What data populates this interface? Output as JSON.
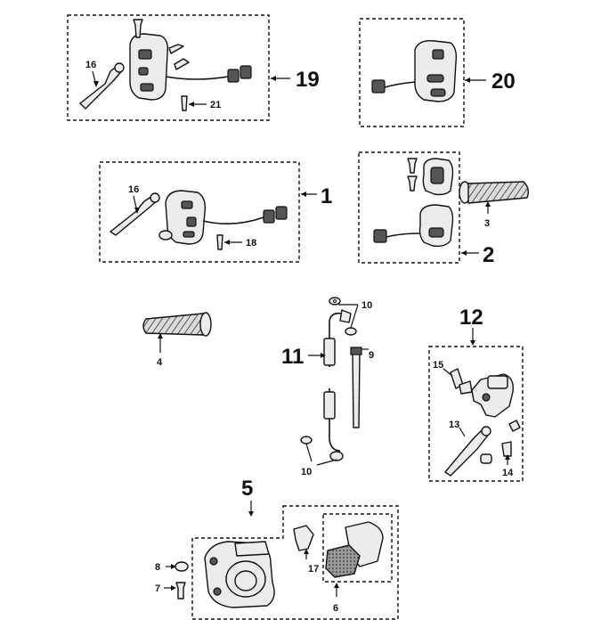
{
  "callouts": {
    "c1": "1",
    "c2": "2",
    "c3": "3",
    "c4": "4",
    "c5": "5",
    "c6": "6",
    "c7": "7",
    "c8": "8",
    "c9": "9",
    "c10a": "10",
    "c10b": "10",
    "c11": "11",
    "c12": "12",
    "c13": "13",
    "c14": "14",
    "c15": "15",
    "c16a": "16",
    "c16b": "16",
    "c17": "17",
    "c18": "18",
    "c19": "19",
    "c20": "20",
    "c21": "21"
  }
}
